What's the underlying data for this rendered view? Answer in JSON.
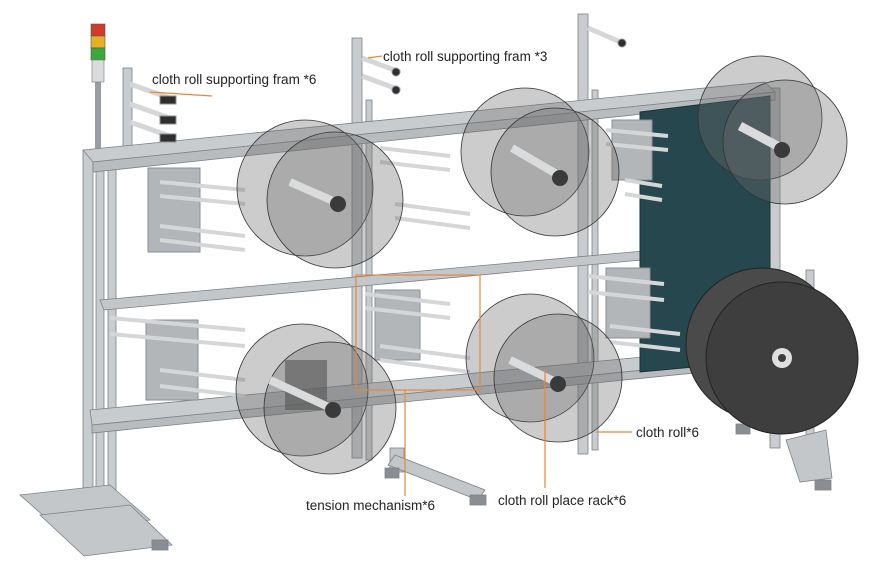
{
  "labels": {
    "supporting_frame_6": "cloth roll supporting fram *6",
    "supporting_frame_3": "cloth roll supporting fram *3",
    "tension_mechanism": "tension mechanism*6",
    "place_rack": "cloth roll place rack*6",
    "cloth_roll": "cloth roll*6"
  },
  "colors": {
    "leader": "#e8873a",
    "frame": "#c9ccce",
    "frame_dark": "#7d8286",
    "roll_translucent": "#6c6c6c",
    "roll_solid": "#3e3e3e",
    "panel": "#27474f",
    "stack_light_red": "#d23b2a",
    "stack_light_yellow": "#e3b123",
    "stack_light_green": "#3aa83a"
  }
}
